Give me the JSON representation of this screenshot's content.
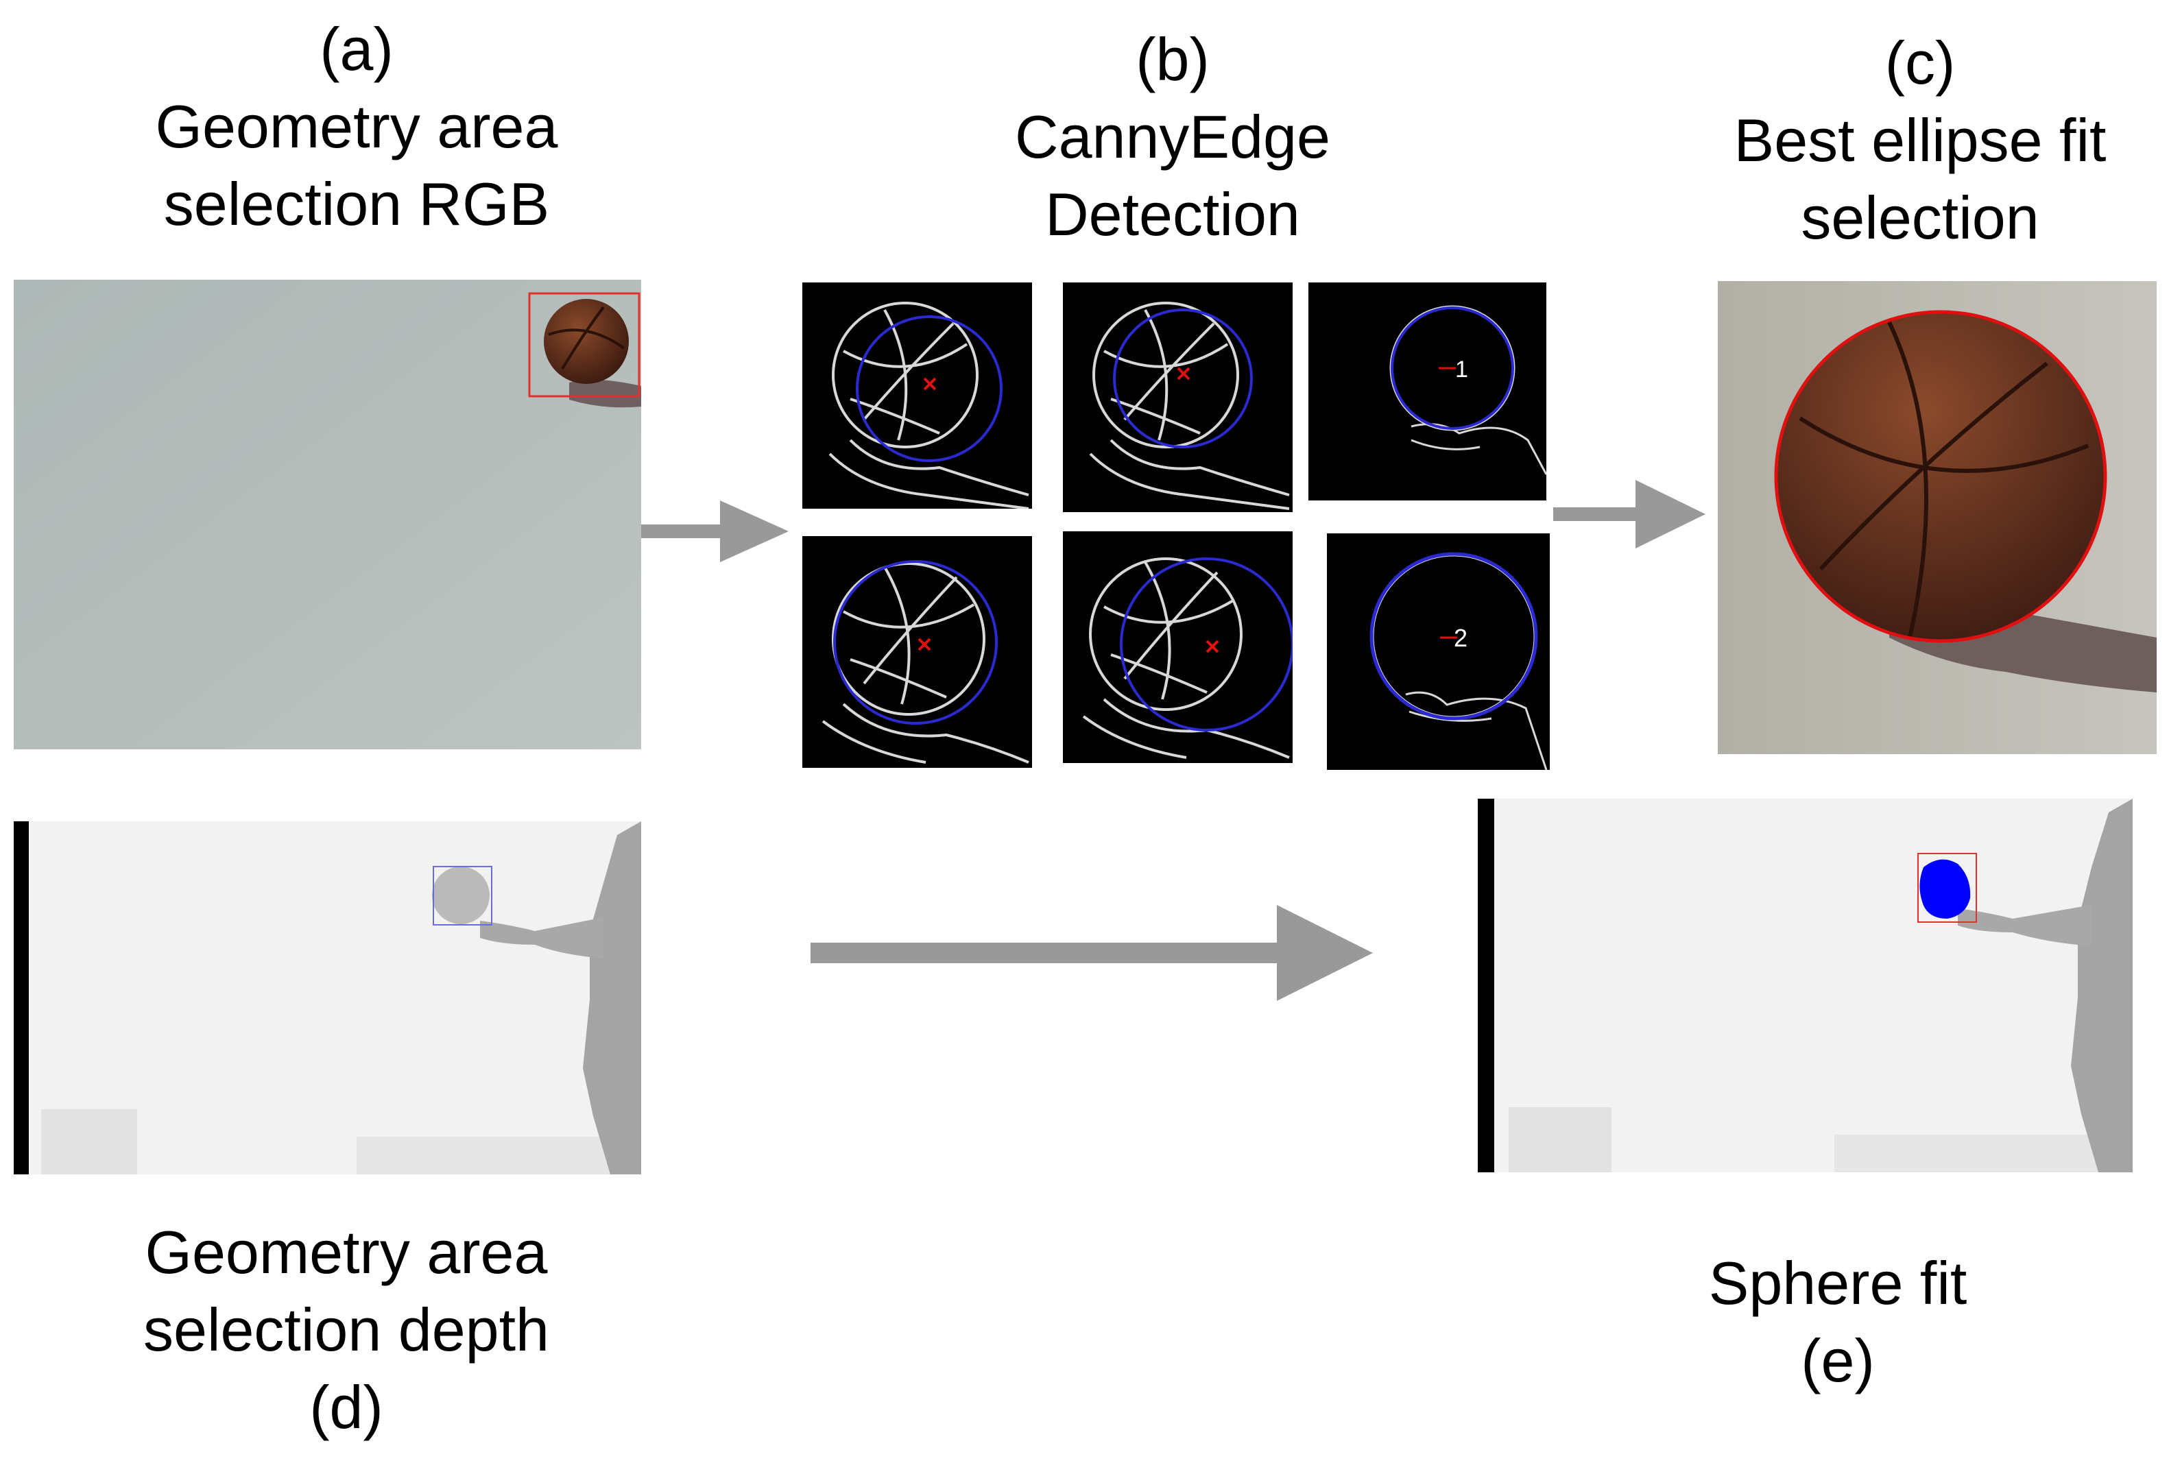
{
  "captions": {
    "a": {
      "letter": "(a)",
      "line1": "Geometry area",
      "line2": "selection RGB"
    },
    "b": {
      "letter": "(b)",
      "line1": "CannyEdge",
      "line2": "Detection"
    },
    "c": {
      "letter": "(c)",
      "line1": "Best ellipse fit",
      "line2": "selection"
    },
    "d": {
      "line1": "Geometry area",
      "line2": "selection depth",
      "letter": "(d)"
    },
    "e": {
      "line1": "Sphere fit",
      "letter": "(e)"
    }
  },
  "edge_labels": {
    "top_right": "1",
    "bottom_right": "2"
  },
  "colors": {
    "arrow": "#999999",
    "selection_box": "#e03030",
    "ellipse_fit": "#e01010",
    "detected_circle": "#2a2ad0",
    "sphere_fill": "#0000ff",
    "wall": "#b7bfbd",
    "depth_background": "#f2f2f2",
    "edge_background": "#000000",
    "edge_lines": "#d8d8d8"
  },
  "icons": [
    "arrow-right-icon",
    "basketball-icon",
    "hand-icon"
  ]
}
